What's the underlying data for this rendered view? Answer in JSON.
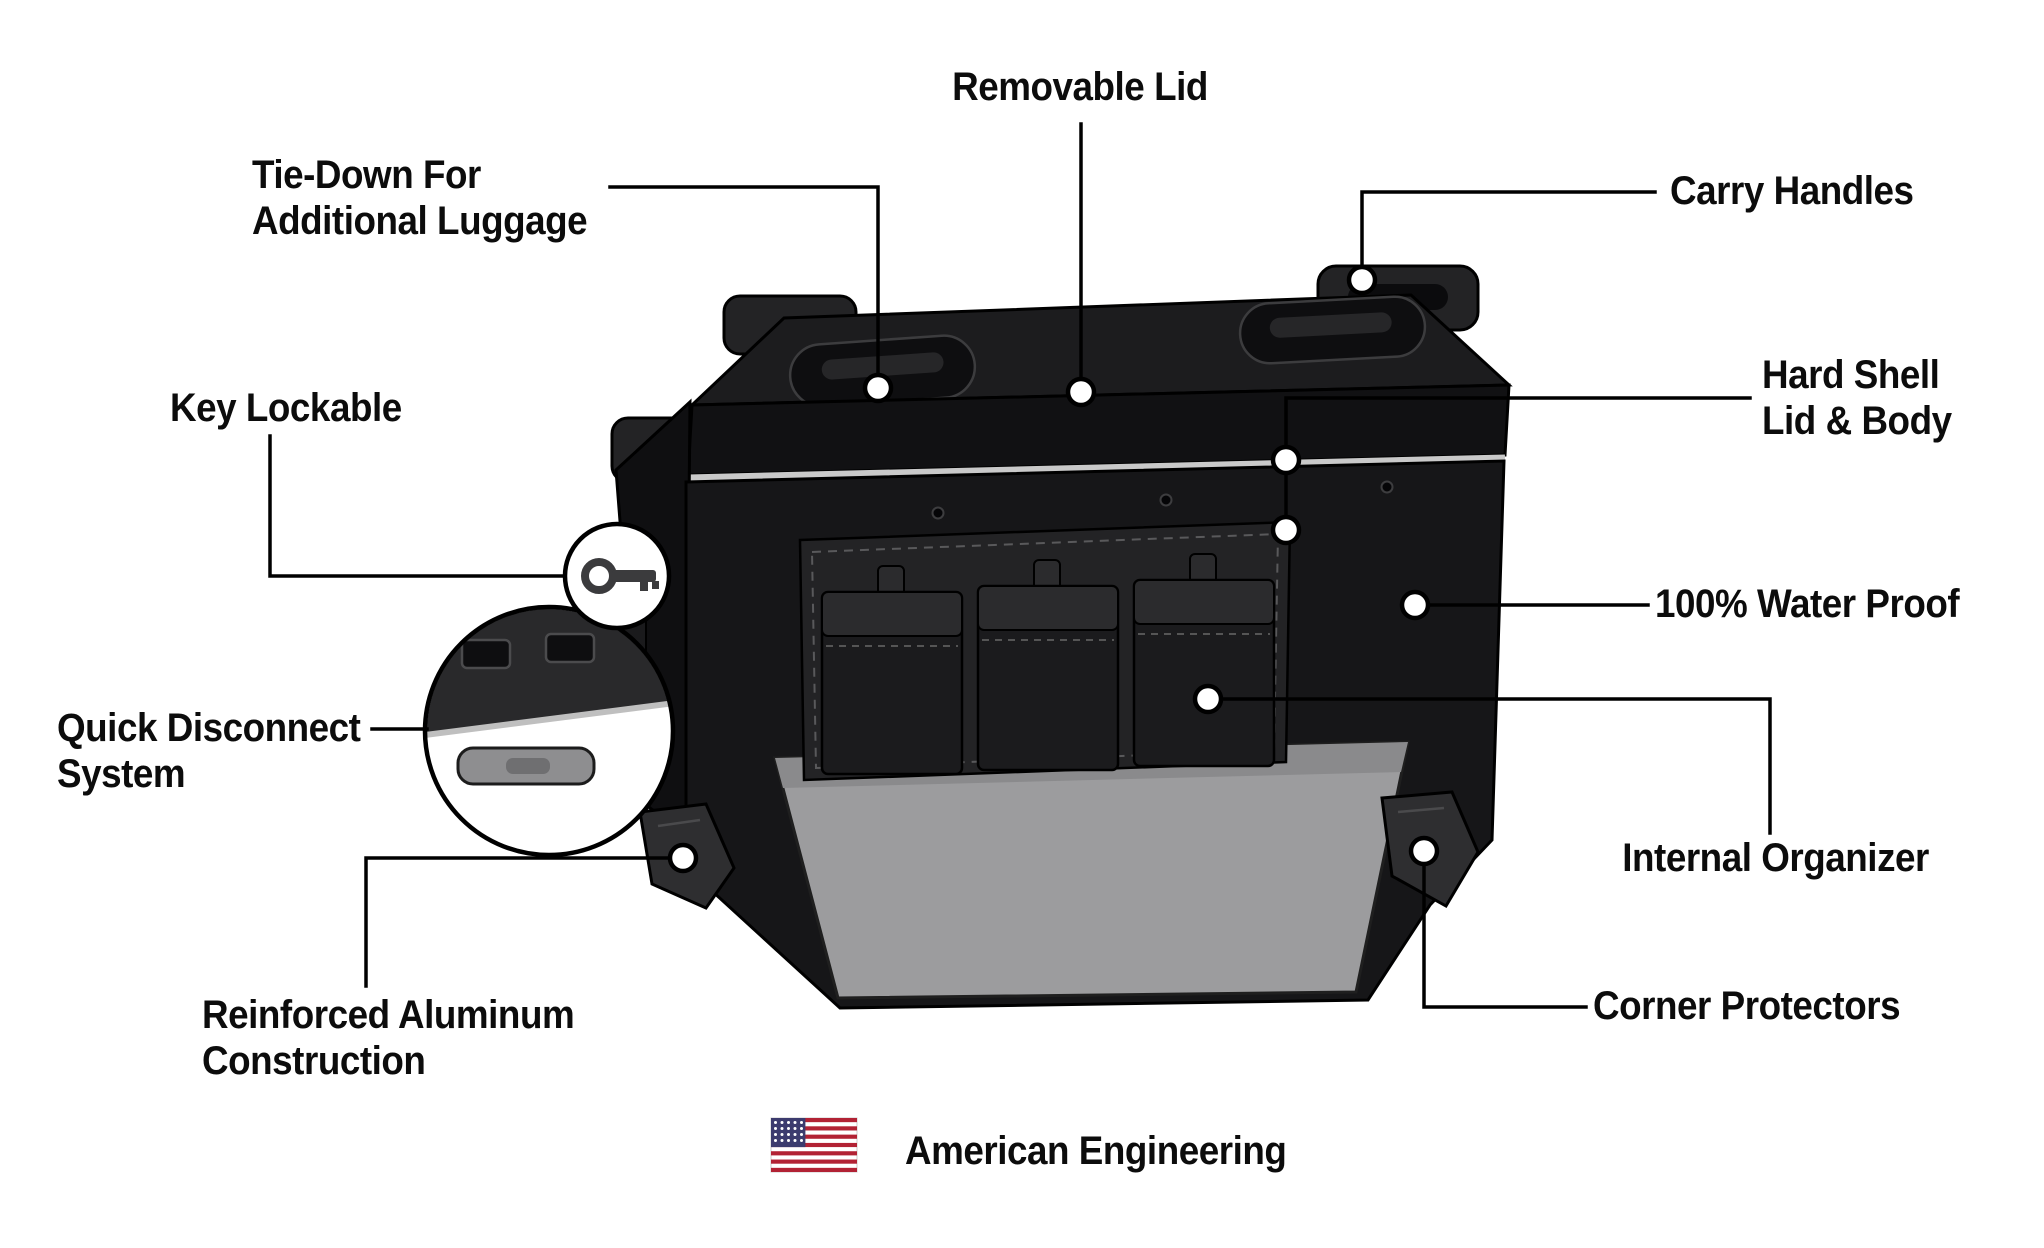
{
  "canvas": {
    "background": "#ffffff"
  },
  "colors": {
    "text": "#0c0c0c",
    "callout_line": "#000000",
    "case_body": "#161618",
    "case_lid": "#1c1c1e",
    "seam_stripe": "#c9c9c9",
    "interior_floor": "#9c9c9e",
    "flag_red": "#B22234",
    "flag_blue": "#3C3B6E"
  },
  "labels": {
    "removable_lid": "Removable Lid",
    "tie_down_1": "Tie-Down For",
    "tie_down_2": "Additional Luggage",
    "carry_handles": "Carry Handles",
    "key_lockable": "Key Lockable",
    "hard_shell_1": "Hard Shell",
    "hard_shell_2": "Lid & Body",
    "water_proof": "100% Water Proof",
    "quick_disconnect_1": "Quick Disconnect",
    "quick_disconnect_2": "System",
    "internal_organizer": "Internal Organizer",
    "corner_protectors": "Corner Protectors",
    "reinforced_1": "Reinforced Aluminum",
    "reinforced_2": "Construction",
    "footer": "American Engineering"
  },
  "icons": {
    "flag": "us-flag-icon",
    "key": "key-icon"
  }
}
